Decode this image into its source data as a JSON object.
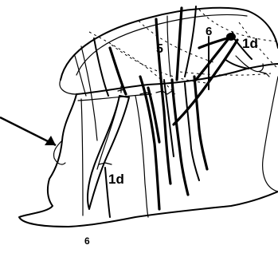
{
  "labels": {
    "upper_5": "5",
    "upper_6": "6",
    "upper_1d": "1d",
    "lower_1d": "1d",
    "bottom_6": "6"
  },
  "colors": {
    "ink": "#000000",
    "paper": "#ffffff"
  }
}
